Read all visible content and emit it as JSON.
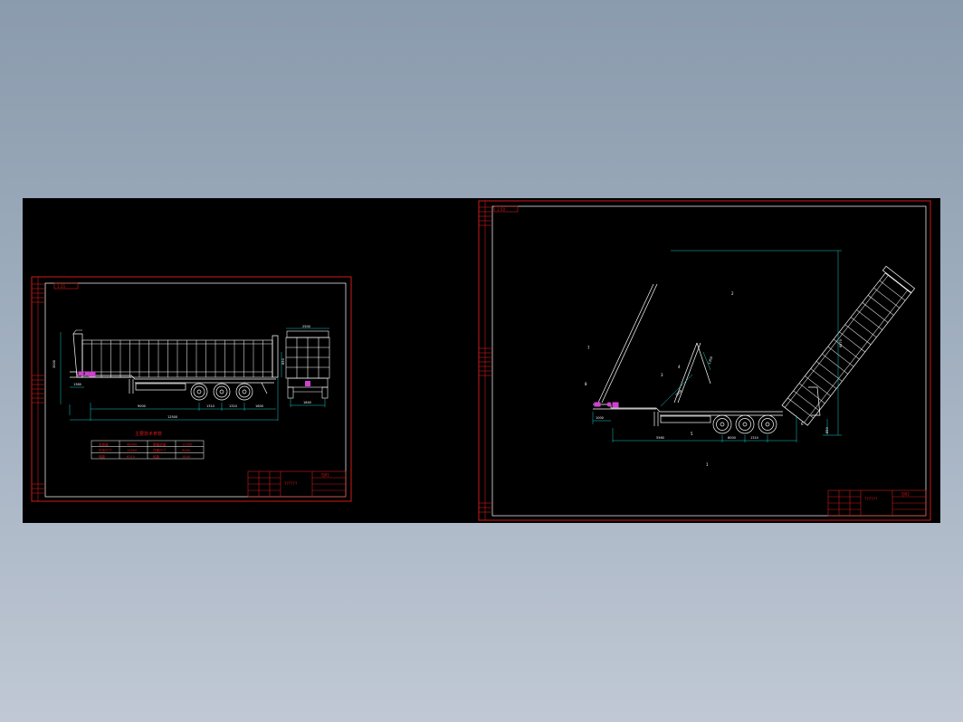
{
  "colors": {
    "canvas": "#000000",
    "frame": "#d11a1a",
    "geometry": "#ffffff",
    "dimension": "#19c8c8",
    "hydraulic": "#d040d0",
    "background_top": "#8a9bad",
    "background_bottom": "#c0c8d4"
  },
  "sheet1": {
    "tag": "1:35",
    "side_dimensions": {
      "body_height": "3000",
      "front_overhang": "1380",
      "wheelbase": "9000",
      "axle_spacing_1": "1310",
      "axle_spacing_2": "1310",
      "rear_overhang": "1600",
      "overall_length": "12500",
      "rear_height": "850"
    },
    "rear_dimensions": {
      "width": "2500",
      "track": "1840"
    },
    "table_title": "主要技术参数",
    "table_rows": [
      [
        "总质量",
        "40000",
        "整备质量",
        "12000"
      ],
      [
        "外形尺寸",
        "12500",
        "货厢尺寸",
        "9000"
      ],
      [
        "轴距",
        "6310",
        "轮距",
        "1840"
      ]
    ],
    "title_block_text": "??????",
    "title_block_code": "SJ01"
  },
  "sheet2": {
    "tag": "1:50",
    "dimensions": {
      "lift_height": "6570",
      "front_offset": "1000",
      "hinge_length": "5560",
      "wheelbase": "6000",
      "axle_spacing": "1310",
      "rear_clearance": "850",
      "ram_length": "2300",
      "stroke": "1350"
    },
    "callouts": [
      "1",
      "2",
      "3",
      "4",
      "5",
      "6",
      "7",
      "8"
    ],
    "title_block_text": "??????",
    "title_block_code": "SJ02"
  }
}
